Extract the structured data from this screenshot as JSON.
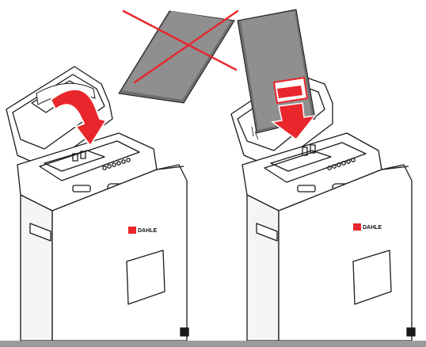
{
  "figure": {
    "left_panel": {
      "meaning": "incorrect",
      "brand_text": "DAHLE",
      "arrow_color": "#e8262b",
      "cross_color": "#e8262b"
    },
    "right_panel": {
      "meaning": "correct",
      "brand_text": "DAHLE",
      "arrow_color": "#e8262b"
    },
    "colors": {
      "body": "#ffffff",
      "outline": "#1a1a1a",
      "paper": "#8f8f8f",
      "paper_dark": "#6e6e6e",
      "accent_red": "#e8262b",
      "bottom_band": "#9a9a9a"
    }
  }
}
